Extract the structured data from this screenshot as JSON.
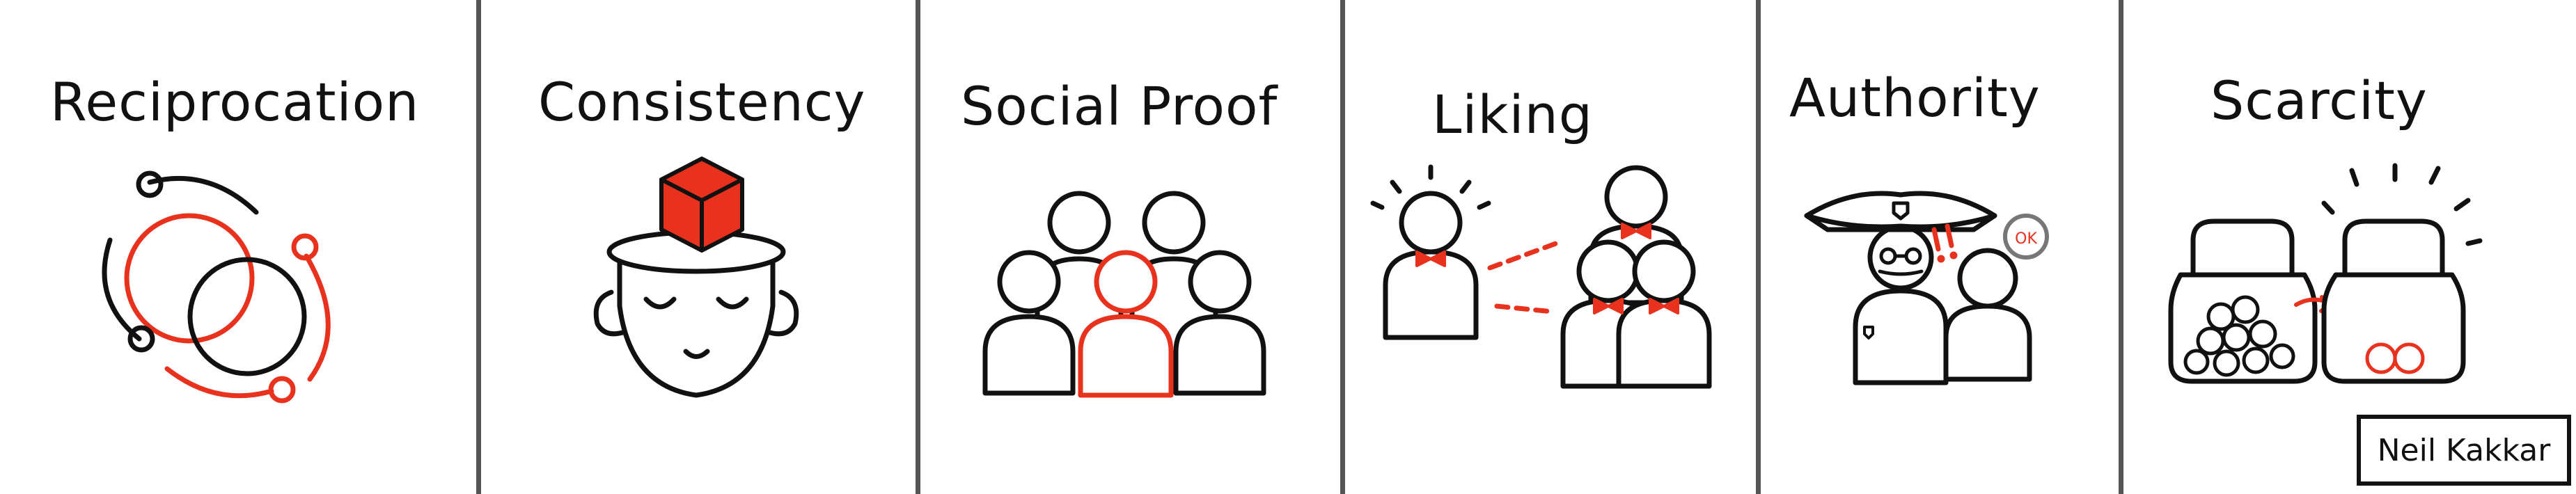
{
  "panels": [
    {
      "title": "Reciprocation"
    },
    {
      "title": "Consistency"
    },
    {
      "title": "Social Proof"
    },
    {
      "title": "Liking"
    },
    {
      "title": "Authority"
    },
    {
      "title": "Scarcity"
    }
  ],
  "author": "Neil Kakkar",
  "authority_badge": "OK",
  "colors": {
    "ink": "#111111",
    "accent": "#e8321e",
    "divider": "#555555"
  }
}
